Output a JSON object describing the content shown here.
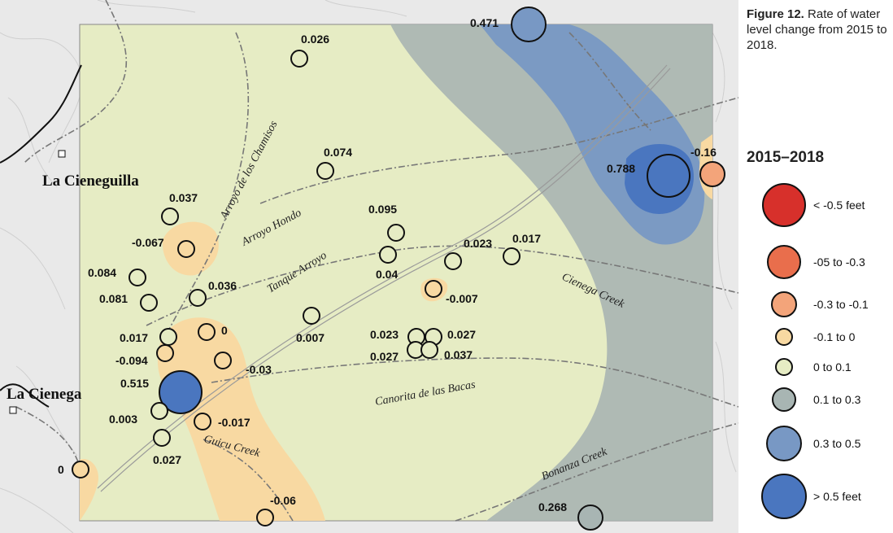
{
  "caption": {
    "figure_number": "Figure 12.",
    "text": "Rate of water level change from 2015 to 2018."
  },
  "legend": {
    "title": "2015–2018",
    "classes": [
      {
        "label": "< -0.5 feet",
        "color": "#d7302b"
      },
      {
        "label": "-05 to -0.3",
        "color": "#e96e4c"
      },
      {
        "label": "-0.3 to -0.1",
        "color": "#f3a47a"
      },
      {
        "label": "-0.1 to 0",
        "color": "#f8d9a2"
      },
      {
        "label": "0 to 0.1",
        "color": "#e6ecc4"
      },
      {
        "label": "0.1 to 0.3",
        "color": "#a8b5b3"
      },
      {
        "label": "0.3 to 0.5",
        "color": "#7898c4"
      },
      {
        "label": "> 0.5 feet",
        "color": "#4a76bf"
      }
    ]
  },
  "places": [
    "La Cieneguilla",
    "La Cienega"
  ],
  "streams": [
    "Arroyo de los Chamisos",
    "Arroyo Hondo",
    "Tanque Arroyo",
    "Cienega Creek",
    "Canorita de las Bacas",
    "Guicu Creek",
    "Bonanza Creek"
  ],
  "wells": [
    {
      "value": "0.026",
      "class": 4
    },
    {
      "value": "0.471",
      "class": 6
    },
    {
      "value": "0.074",
      "class": 4
    },
    {
      "value": "0.788",
      "class": 7
    },
    {
      "value": "-0.16",
      "class": 2
    },
    {
      "value": "0.037",
      "class": 4
    },
    {
      "value": "-0.067",
      "class": 3
    },
    {
      "value": "0.095",
      "class": 4
    },
    {
      "value": "0.04",
      "class": 4
    },
    {
      "value": "0.023",
      "class": 4
    },
    {
      "value": "0.017",
      "class": 4
    },
    {
      "value": "0.084",
      "class": 4
    },
    {
      "value": "0.081",
      "class": 4
    },
    {
      "value": "0.036",
      "class": 4
    },
    {
      "value": "-0.007",
      "class": 3
    },
    {
      "value": "0.007",
      "class": 4
    },
    {
      "value": "0.017",
      "class": 4
    },
    {
      "value": "-0.094",
      "class": 3
    },
    {
      "value": "0",
      "class": 3
    },
    {
      "value": "-0.03",
      "class": 3
    },
    {
      "value": "0.023",
      "class": 4
    },
    {
      "value": "0.027",
      "class": 4
    },
    {
      "value": "0.027",
      "class": 4
    },
    {
      "value": "0.037",
      "class": 4
    },
    {
      "value": "0.515",
      "class": 7
    },
    {
      "value": "0.003",
      "class": 4
    },
    {
      "value": "-0.017",
      "class": 3
    },
    {
      "value": "0.027",
      "class": 4
    },
    {
      "value": "0",
      "class": 3
    },
    {
      "value": "-0.06",
      "class": 3
    },
    {
      "value": "0.268",
      "class": 5
    }
  ]
}
